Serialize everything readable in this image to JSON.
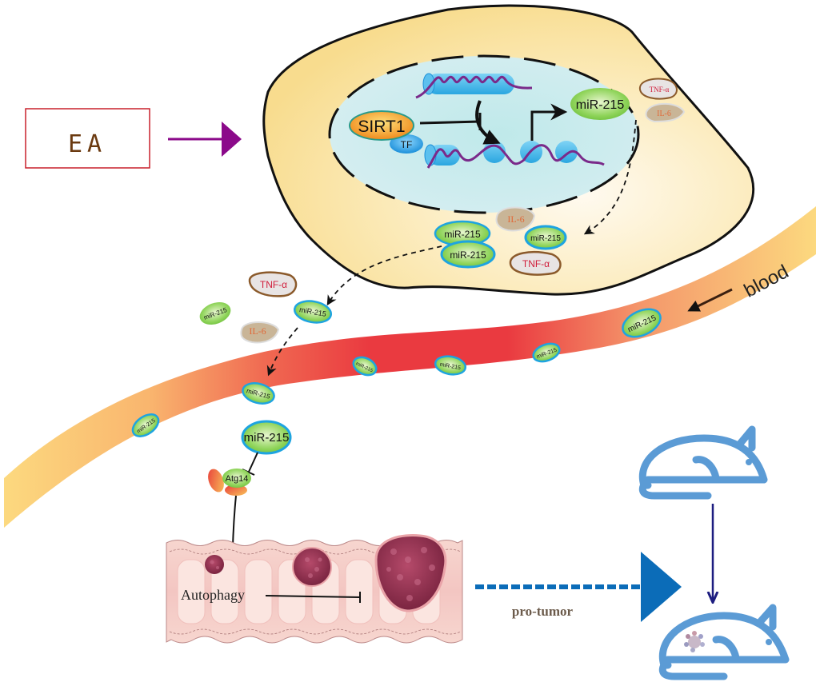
{
  "stimulus": {
    "label": "EA",
    "box_border_color": "#c8202c",
    "text_color": "#6b3a10",
    "arrow_color": "#8b0a8a"
  },
  "cell": {
    "fill_color": "#f9e3a1",
    "nucleus_color": "#cdeaf0",
    "sirt1_label": "SIRT1",
    "tf_label": "TF",
    "mirna_label": "miR-215",
    "cytokines": {
      "tnf_label": "TNF-α",
      "il6_label": "IL-6"
    }
  },
  "cytoplasm": {
    "mirna_labels": [
      "miR-215",
      "miR-215",
      "miR-215"
    ],
    "il6_label": "IL-6",
    "tnf_label": "TNF-α"
  },
  "extracellular": {
    "tnf_label": "TNF-α",
    "mirna_labels": [
      "miR-215",
      "miR-215"
    ],
    "il6_label": "IL-6"
  },
  "blood_vessel": {
    "label": "blood",
    "mirna_labels": [
      "miR-215",
      "miR-215",
      "miR-215",
      "miR-215",
      "miR-215",
      "miR-215"
    ],
    "colors": {
      "light": "#fcd97f",
      "mid": "#f4956a",
      "dark": "#ea3a40"
    }
  },
  "target": {
    "mirna_label": "miR-215",
    "atg14_label": "Atg14"
  },
  "colon": {
    "autophagy_label": "Autophagy"
  },
  "outcome": {
    "arrow_label": "pro-tumor",
    "arrow_color": "#0b6cb8",
    "mouse_color": "#5b9bd5",
    "down_arrow_color": "#1d1d80"
  },
  "colors": {
    "mirna_fill": "#8fd45a",
    "mirna_ring": "#1ea4e0",
    "tnf_ring": "#8b5a2b",
    "tnf_text": "#d01c3a",
    "il6_fill": "#c9b597",
    "il6_text": "#e06a3a",
    "tumor": "#8e2d4a"
  }
}
